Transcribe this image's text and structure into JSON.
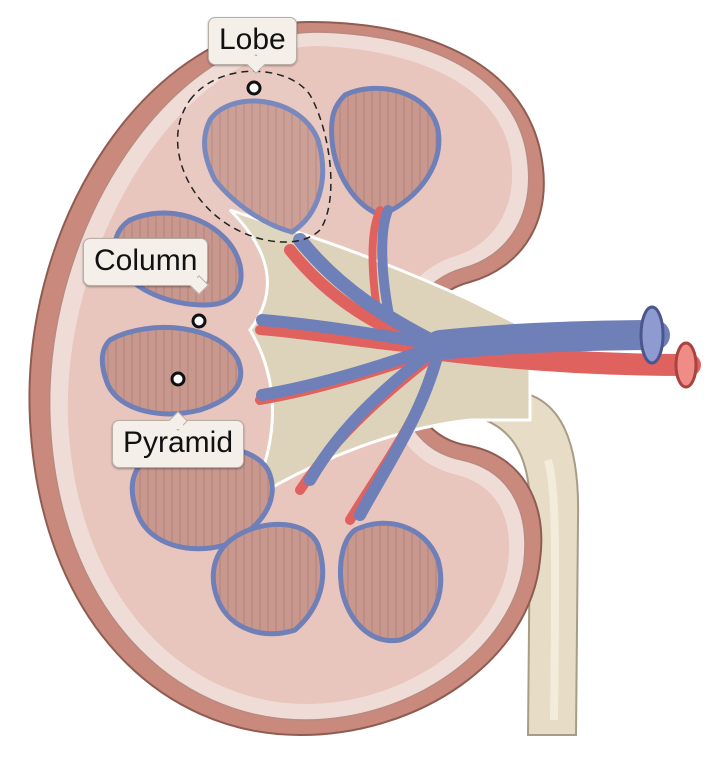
{
  "labels": {
    "lobe": "Lobe",
    "column": "Column",
    "pyramid": "Pyramid"
  },
  "colors": {
    "capsule_outer": "#c98a7d",
    "capsule_inner": "#f0dcd7",
    "cortex": "#e8c6bd",
    "pyramid": "#c8988f",
    "sinus": "#ddd3bb",
    "artery": "#e0625f",
    "vein": "#6f7fb8",
    "ureter": "#e7dcc6",
    "label_bg": "#f4efe9"
  }
}
